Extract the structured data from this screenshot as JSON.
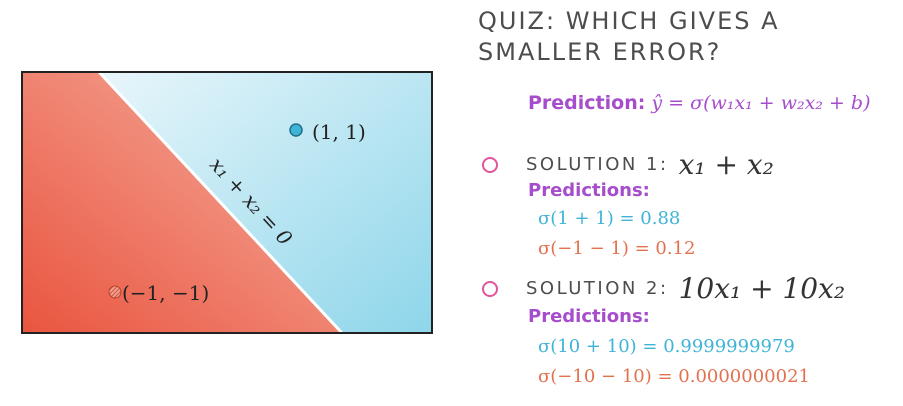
{
  "title": "QUIZ: WHICH GIVES A SMALLER ERROR?",
  "title_lines": [
    "QUIZ:  WHICH GIVES A",
    "SMALLER ERROR?"
  ],
  "diagram": {
    "line_label": "x₁ + x₂ = 0",
    "points": [
      {
        "label": "(1, 1)",
        "x": 1,
        "y": 1,
        "color": "#3fb4d6"
      },
      {
        "label": "(−1, −1)",
        "x": -1,
        "y": -1,
        "color": "#d8513a"
      }
    ],
    "colors": {
      "positive_region": "#a8ddee",
      "negative_region": "#ee7766",
      "frame": "#222222"
    }
  },
  "prediction": {
    "label": "Prediction:",
    "formula": "ŷ = σ(w₁x₁ + w₂x₂ + b)"
  },
  "solutions": [
    {
      "label": "SOLUTION 1:",
      "expr": "x₁ + x₂",
      "predictions_label": "Predictions:",
      "predictions": [
        "σ(1 + 1) = 0.88",
        "σ(−1 − 1) = 0.12"
      ]
    },
    {
      "label": "SOLUTION 2:",
      "expr": "10x₁ + 10x₂",
      "predictions_label": "Predictions:",
      "predictions": [
        "σ(10 + 10) = 0.9999999979",
        "σ(−10 − 10) = 0.0000000021"
      ]
    }
  ],
  "colors": {
    "accent_purple": "#a64dcc",
    "radio_pink": "#e0559b",
    "value_blue": "#3fb4d6",
    "value_orange": "#e2724f"
  }
}
